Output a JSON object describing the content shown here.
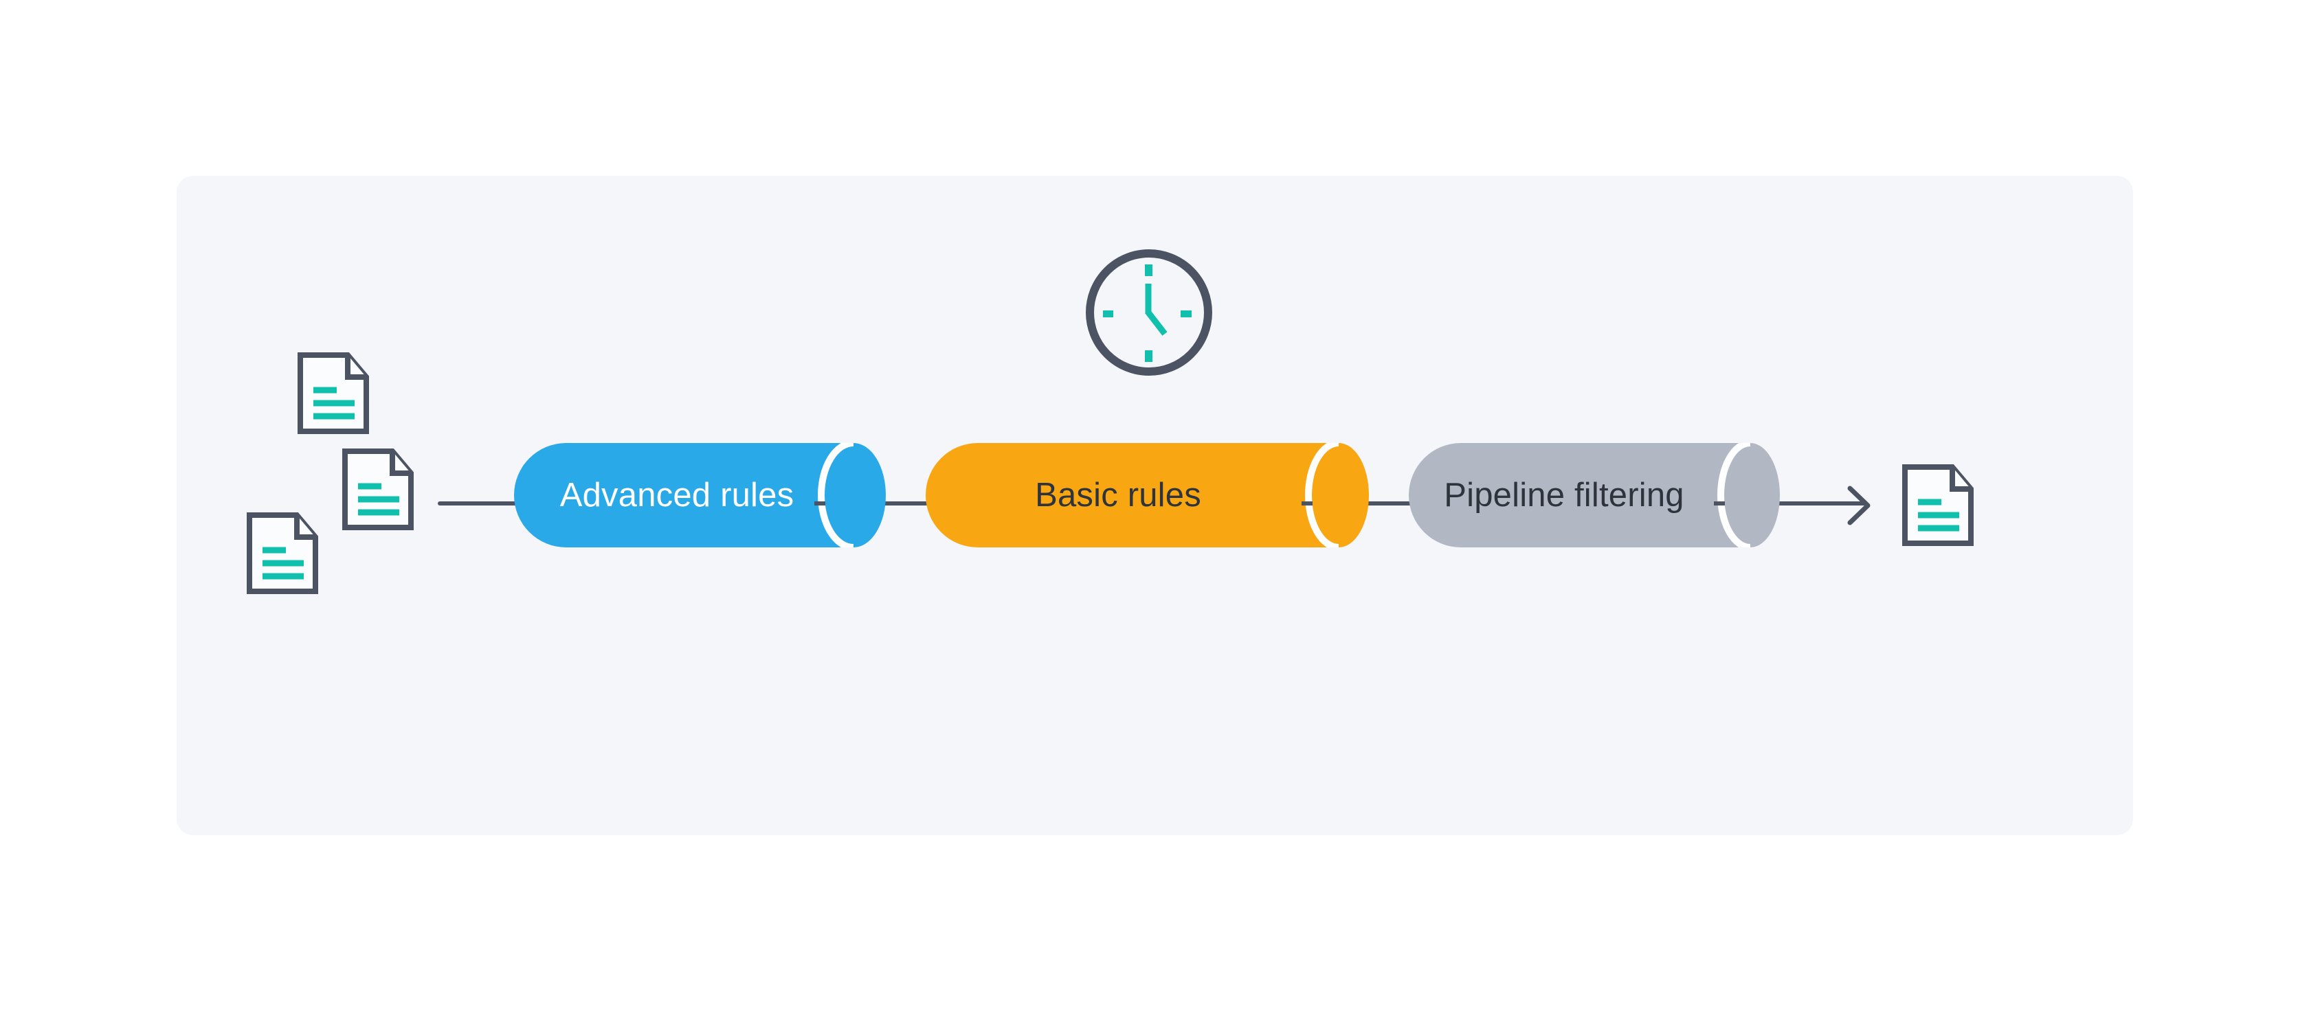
{
  "stages": [
    {
      "label": "Advanced rules",
      "color": "#2AA9E9"
    },
    {
      "label": "Basic rules",
      "color": "#F8A713"
    },
    {
      "label": "Pipeline filtering",
      "color": "#B2B7C4"
    }
  ],
  "icons": {
    "input_documents": {
      "icon": "document-icon",
      "count": 3
    },
    "output_document": {
      "icon": "document-icon",
      "count": 1
    },
    "clock": {
      "icon": "clock-icon",
      "time_shown": "5:00"
    },
    "arrow": {
      "icon": "arrow-right-icon"
    }
  },
  "colors": {
    "teal": "#11BFAD",
    "slate": "#4C5463",
    "panel": "#F4F6F9",
    "label-dark": "#2E333C",
    "page": "#FBFCFE"
  }
}
